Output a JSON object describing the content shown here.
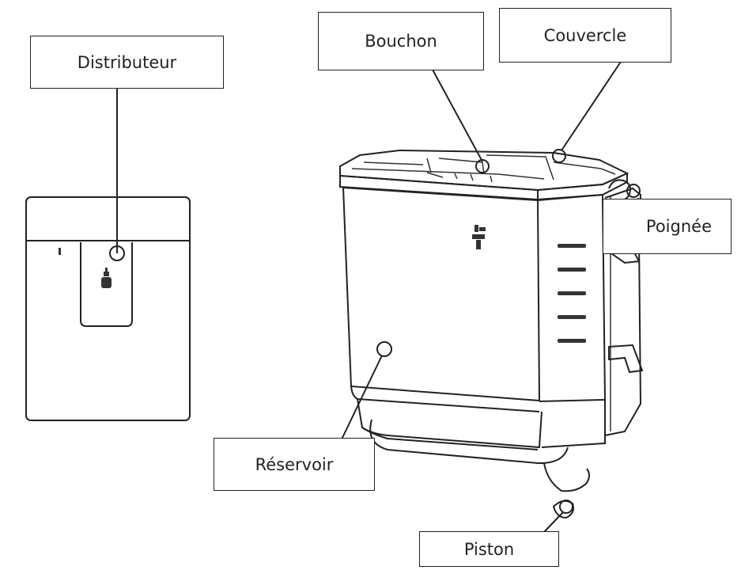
{
  "labels": {
    "distributeur": "Distributeur",
    "bouchon": "Bouchon",
    "couvercle": "Couvercle",
    "poignee": "Poignée",
    "reservoir": "Réservoir",
    "piston": "Piston"
  }
}
